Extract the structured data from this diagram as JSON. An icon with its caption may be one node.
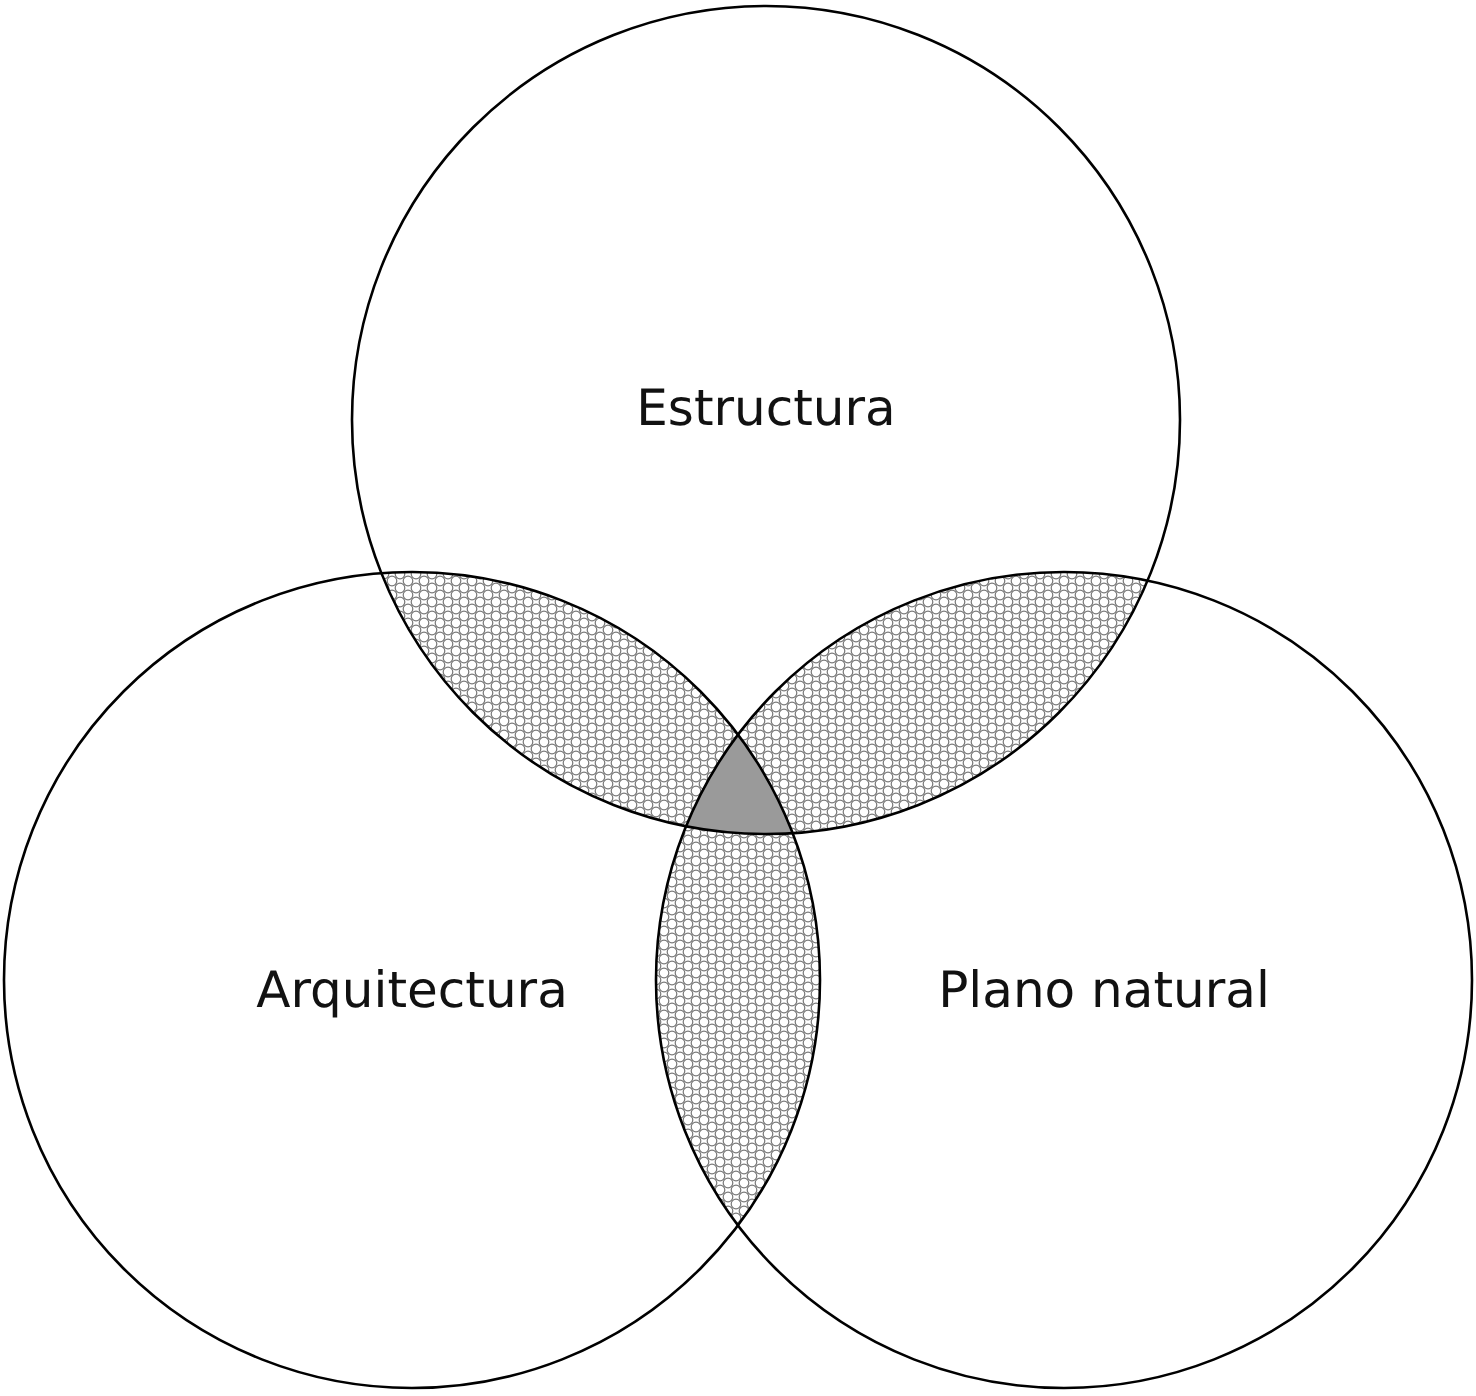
{
  "diagram": {
    "nodes": [
      {
        "text": [
          "Estructura"
        ]
      },
      {
        "text": [
          "Arquitectura"
        ]
      },
      {
        "text": [
          "Plano natural"
        ]
      }
    ]
  }
}
